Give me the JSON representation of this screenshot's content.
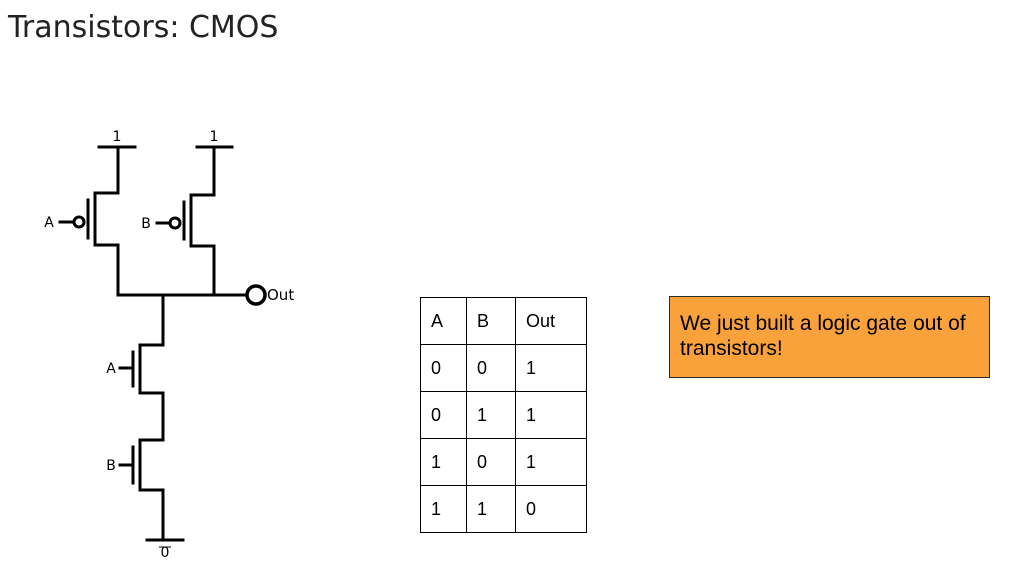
{
  "title": "Transistors: CMOS",
  "circuit": {
    "supply_labels": [
      "1",
      "1"
    ],
    "ground_label": "0",
    "input_labels": [
      "A",
      "B",
      "A",
      "B"
    ],
    "output_label": "Out"
  },
  "table": {
    "headers": [
      "A",
      "B",
      "Out"
    ],
    "rows": [
      [
        "0",
        "0",
        "1"
      ],
      [
        "0",
        "1",
        "1"
      ],
      [
        "1",
        "0",
        "1"
      ],
      [
        "1",
        "1",
        "0"
      ]
    ]
  },
  "callout": {
    "text": "We just built a logic gate out of transistors!",
    "color": "#f9a13b"
  }
}
